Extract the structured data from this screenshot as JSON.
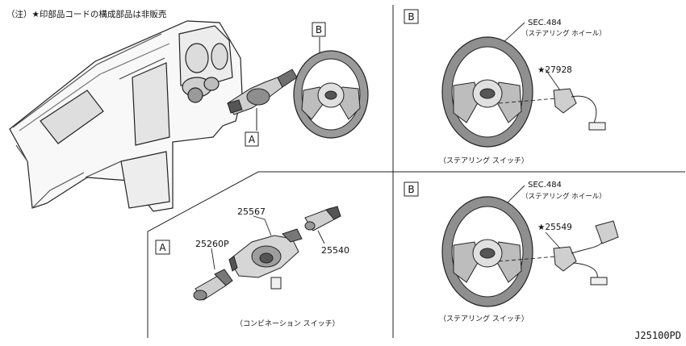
{
  "note": "（注）★印部品コードの構成部品は非販売",
  "drawing_code": "J25100PD",
  "overview": {
    "label_a": "A",
    "label_b": "B"
  },
  "panel_a": {
    "ref_label": "A",
    "parts": {
      "p25567": "25567",
      "p25260p": "25260P",
      "p25540": "25540"
    },
    "caption": "（コンビネーション スイッチ）"
  },
  "panel_b_top": {
    "ref_label": "B",
    "sec_ref": "SEC.484",
    "sec_caption": "（ステアリング ホイール）",
    "part": "★27928",
    "caption": "（ステアリング スイッチ）"
  },
  "panel_b_bottom": {
    "ref_label": "B",
    "sec_ref": "SEC.484",
    "sec_caption": "（ステアリング ホイール）",
    "part": "★25549",
    "caption": "（ステアリング スイッチ）"
  }
}
